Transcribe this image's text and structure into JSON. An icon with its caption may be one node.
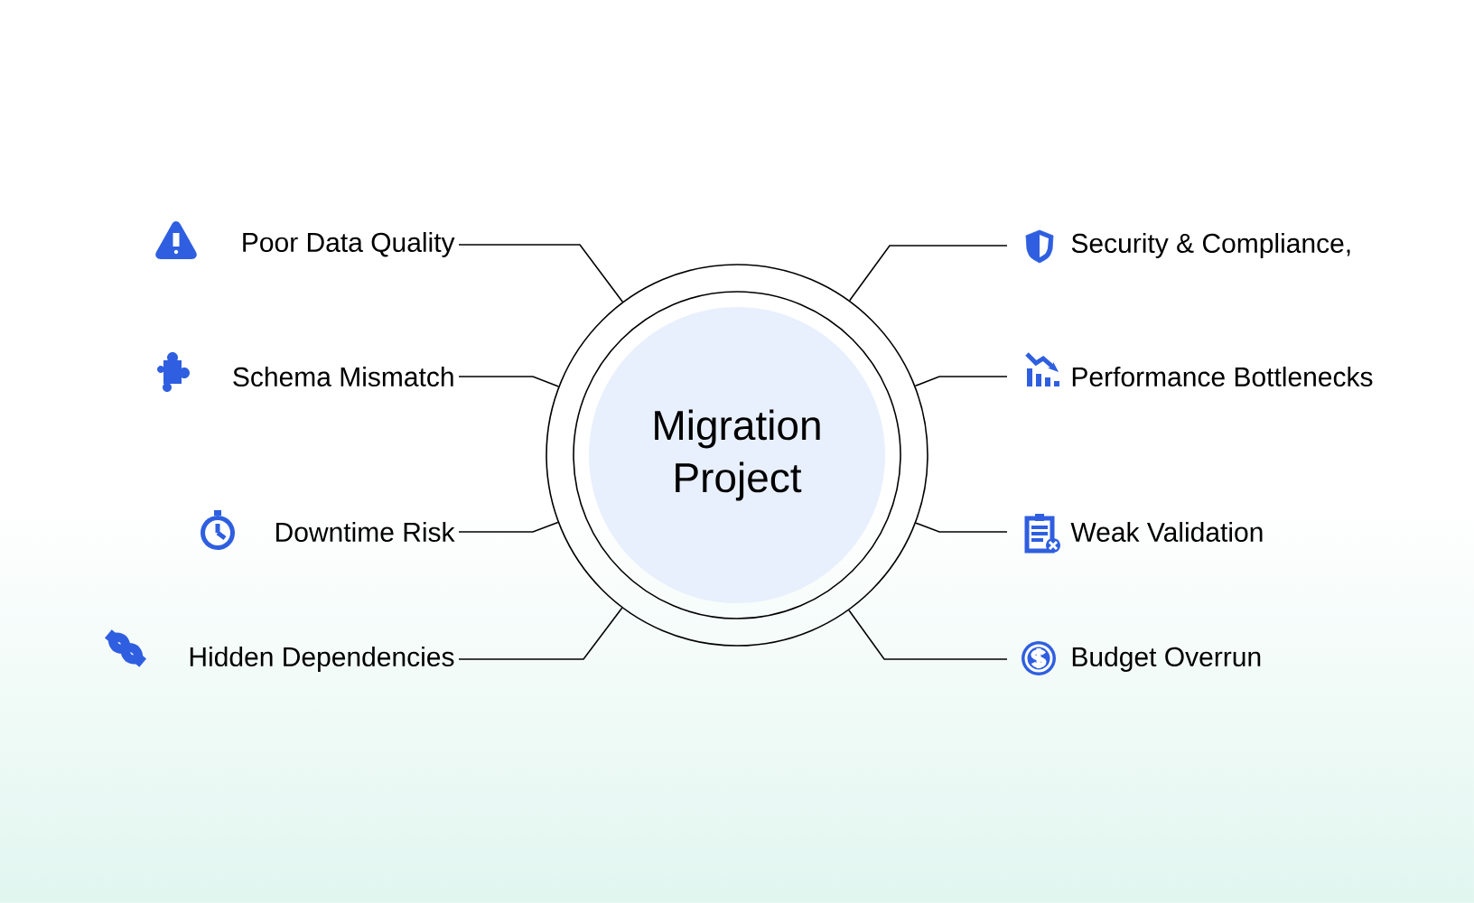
{
  "diagram": {
    "nodes": [
      {
        "text": [
          "Migration Project"
        ]
      },
      {
        "text": [
          "Poor Data Quality"
        ]
      },
      {
        "text": [
          "Security & Compliance,"
        ]
      },
      {
        "text": [
          "Schema Mismatch"
        ]
      },
      {
        "text": [
          "Performance Bottlenecks"
        ]
      },
      {
        "text": [
          "Downtime Risk"
        ]
      },
      {
        "text": [
          "Weak Validation"
        ]
      },
      {
        "text": [
          "Hidden Dependencies"
        ]
      },
      {
        "text": [
          "Budget Overrun"
        ]
      }
    ],
    "edges": [
      {
        "from": 0,
        "to": 1,
        "arrow": "none"
      },
      {
        "from": 0,
        "to": 2,
        "arrow": "none"
      },
      {
        "from": 0,
        "to": 3,
        "arrow": "none"
      },
      {
        "from": 0,
        "to": 4,
        "arrow": "none"
      },
      {
        "from": 0,
        "to": 5,
        "arrow": "none"
      },
      {
        "from": 0,
        "to": 6,
        "arrow": "none"
      },
      {
        "from": 0,
        "to": 7,
        "arrow": "none"
      },
      {
        "from": 0,
        "to": 8,
        "arrow": "none"
      }
    ]
  }
}
